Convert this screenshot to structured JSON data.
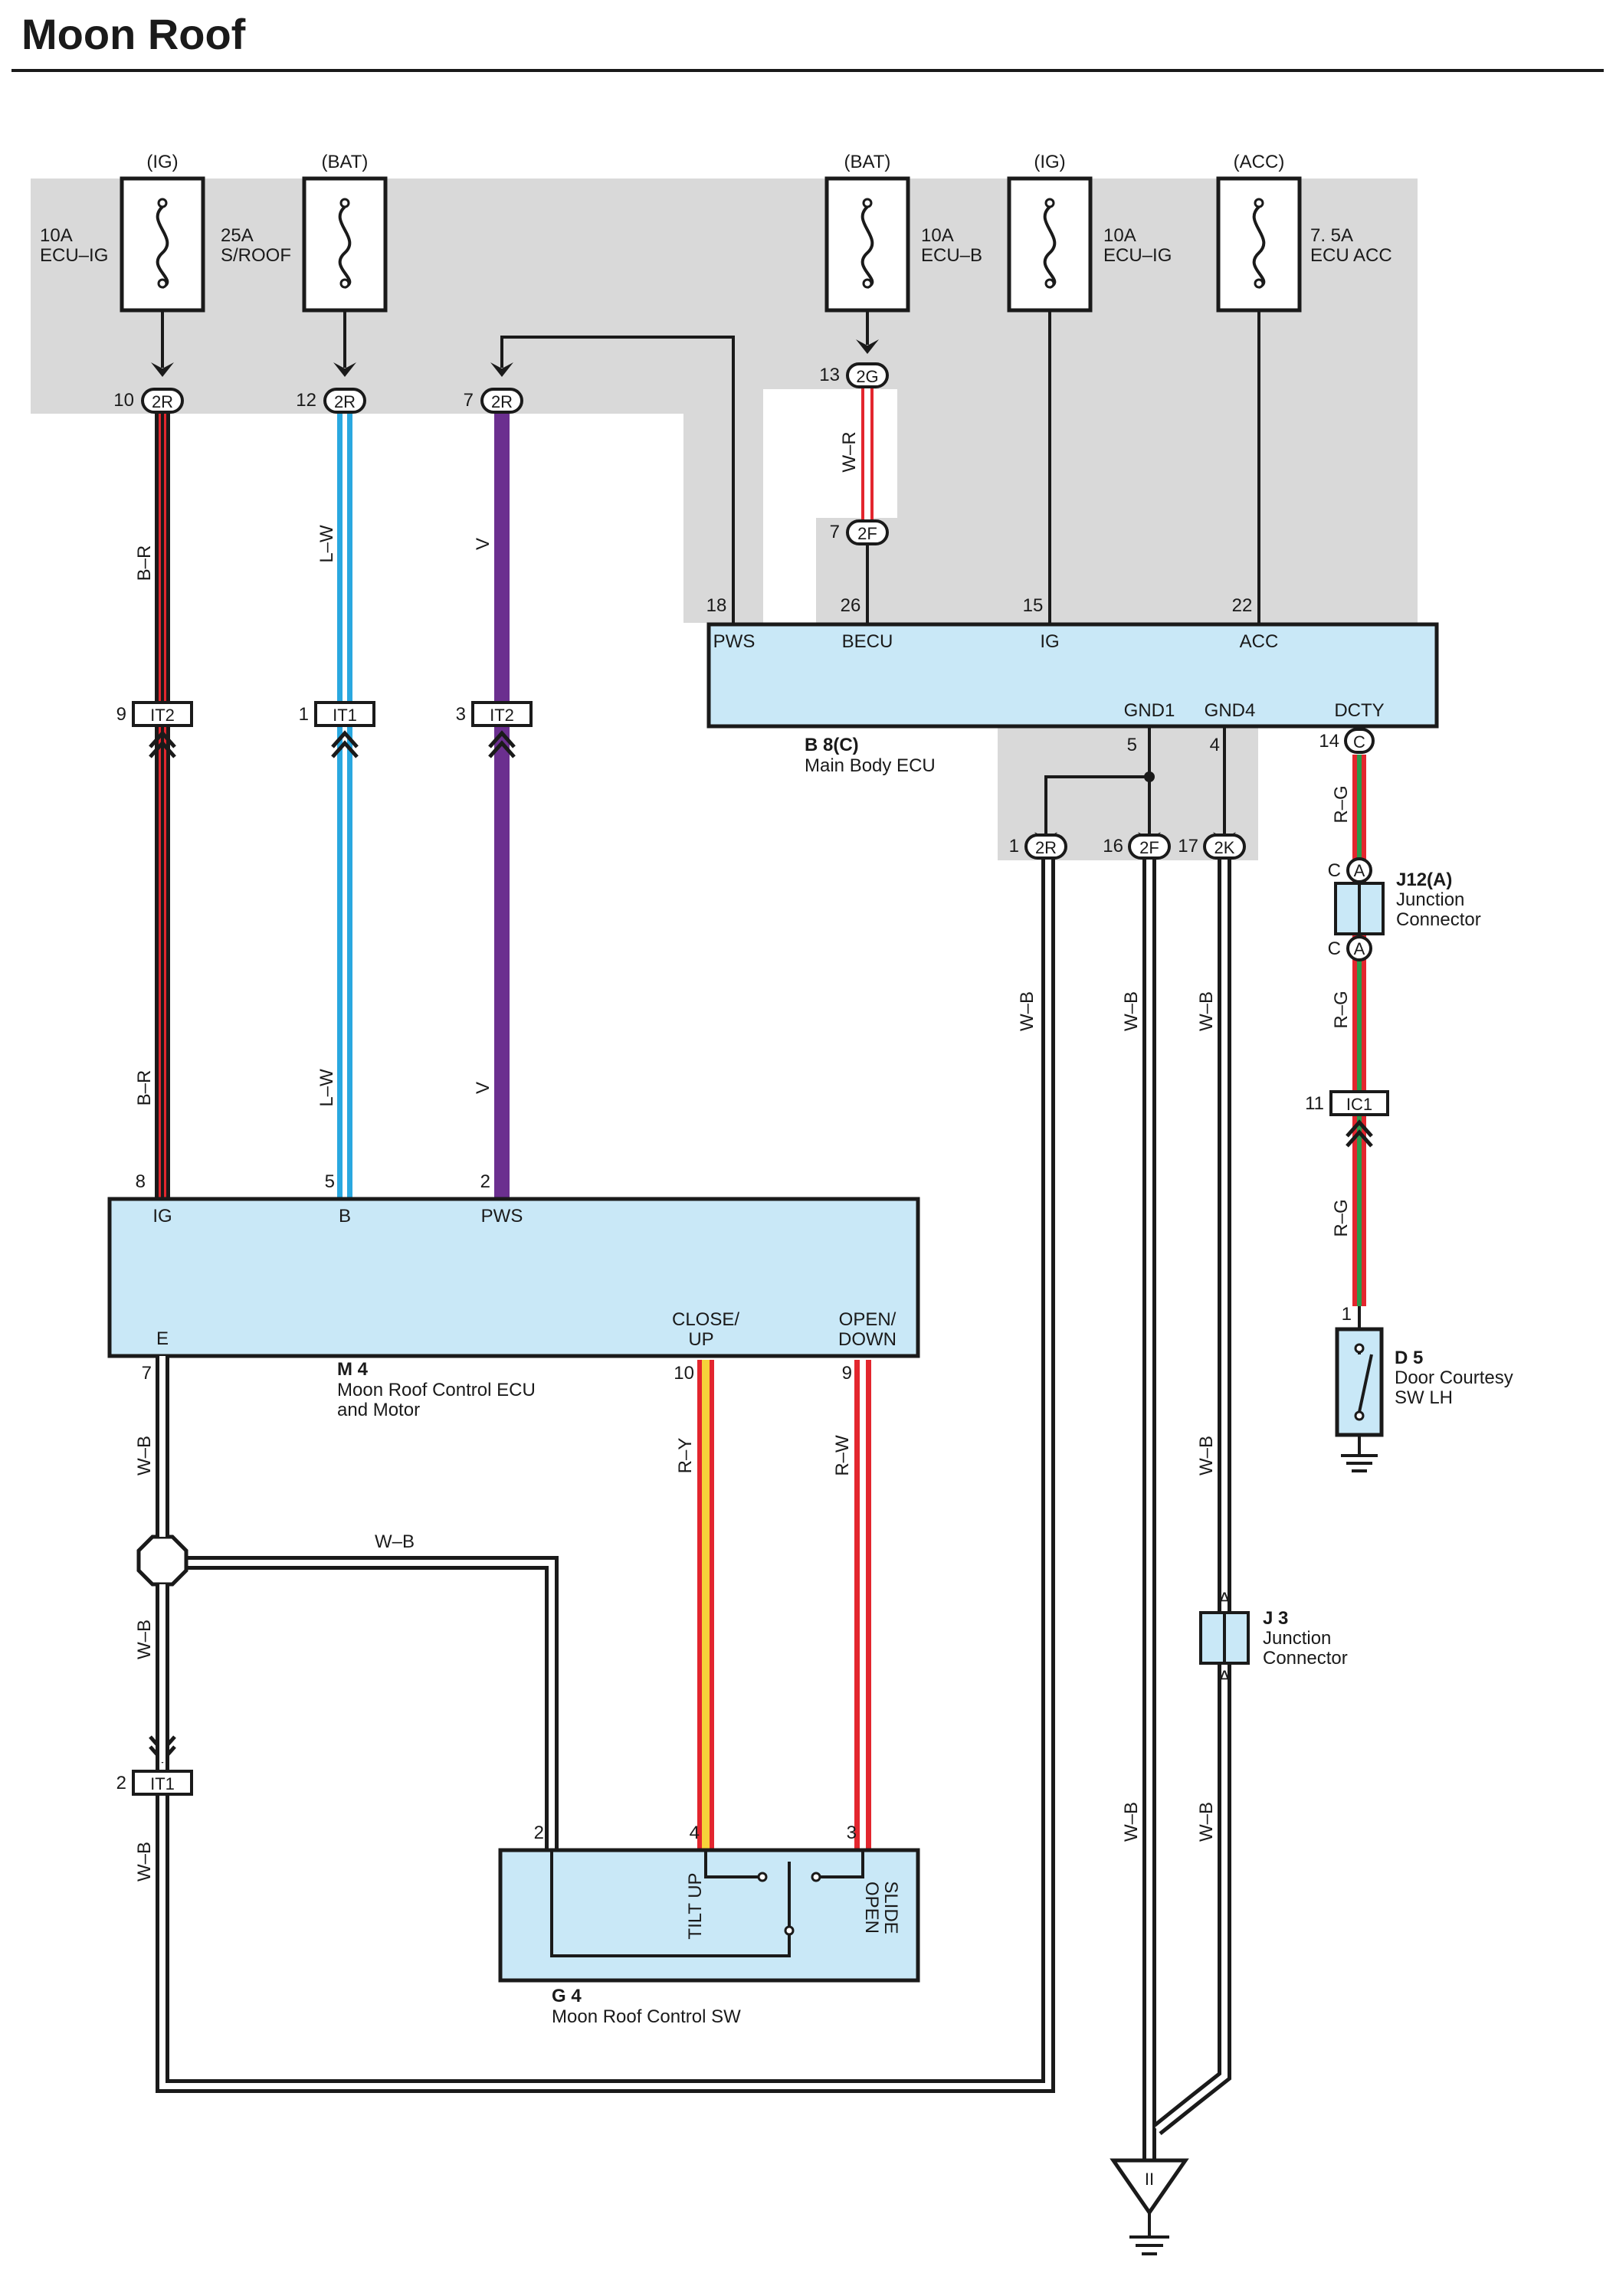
{
  "title": "Moon Roof",
  "colors": {
    "shade": "#d9d9d9",
    "component_fill": "#c9e8f7",
    "black": "#1a1a1a",
    "red": "#e3262e",
    "blue": "#2aa8e0",
    "violet": "#6b2f8f",
    "yellow": "#f6d33a",
    "green": "#2a9a4a"
  },
  "fuses": [
    {
      "source": "(IG)",
      "rating": "10A",
      "name": "ECU–IG"
    },
    {
      "source": "(BAT)",
      "rating": "25A",
      "name": "S/ROOF"
    },
    {
      "source": "(BAT)",
      "rating": "10A",
      "name": "ECU–B"
    },
    {
      "source": "(IG)",
      "rating": "10A",
      "name": "ECU–IG"
    },
    {
      "source": "(ACC)",
      "rating": "7. 5A",
      "name": "ECU ACC"
    }
  ],
  "connectors": [
    {
      "pin": "10",
      "code": "2R"
    },
    {
      "pin": "12",
      "code": "2R"
    },
    {
      "pin": "7",
      "code": "2R"
    },
    {
      "pin": "13",
      "code": "2G"
    },
    {
      "pin": "7",
      "code": "2F"
    },
    {
      "pin": "9",
      "code": "IT2"
    },
    {
      "pin": "1",
      "code": "IT1"
    },
    {
      "pin": "3",
      "code": "IT2"
    },
    {
      "pin": "14",
      "code": "C"
    },
    {
      "pin": "1",
      "code": "2R"
    },
    {
      "pin": "16",
      "code": "2F"
    },
    {
      "pin": "17",
      "code": "2K"
    },
    {
      "pin": "11",
      "code": "IC1"
    },
    {
      "pin": "2",
      "code": "IT1"
    }
  ],
  "wire_labels": {
    "b_r": "B–R",
    "l_w": "L–W",
    "v": "V",
    "w_r": "W–R",
    "w_b": "W–B",
    "r_g": "R–G",
    "r_y": "R–Y",
    "r_w": "R–W"
  },
  "main_body_ecu": {
    "id": "B 8(C)",
    "name": "Main Body ECU",
    "terminals": [
      {
        "pin": "18",
        "label": "PWS"
      },
      {
        "pin": "26",
        "label": "BECU"
      },
      {
        "pin": "15",
        "label": "IG"
      },
      {
        "pin": "22",
        "label": "ACC"
      },
      {
        "pin": "5",
        "label": "GND1"
      },
      {
        "pin": "4",
        "label": "GND4"
      },
      {
        "pin": "",
        "label": "DCTY"
      }
    ]
  },
  "moon_roof_ecu": {
    "id": "M 4",
    "name_line1": "Moon Roof Control ECU",
    "name_line2": "and Motor",
    "terminals": [
      {
        "pin": "8",
        "label": "IG"
      },
      {
        "pin": "5",
        "label": "B"
      },
      {
        "pin": "2",
        "label": "PWS"
      },
      {
        "pin": "7",
        "label": "E"
      },
      {
        "pin": "10",
        "label_line1": "CLOSE/",
        "label_line2": "UP"
      },
      {
        "pin": "9",
        "label_line1": "OPEN/",
        "label_line2": "DOWN"
      }
    ]
  },
  "moon_roof_sw": {
    "id": "G 4",
    "name": "Moon Roof Control SW",
    "pins": [
      "2",
      "4",
      "3"
    ],
    "tilt_label": "TILT UP",
    "slide_label_line1": "SLIDE",
    "slide_label_line2": "OPEN"
  },
  "j12": {
    "id": "J12(A)",
    "name_line1": "Junction",
    "name_line2": "Connector",
    "pin_letter": "C",
    "code": "A"
  },
  "j3": {
    "id": "J 3",
    "name_line1": "Junction",
    "name_line2": "Connector",
    "pin_letter": "A"
  },
  "d5": {
    "id": "D 5",
    "name_line1": "Door Courtesy",
    "name_line2": "SW LH",
    "pin": "1"
  },
  "ground_mark": "II"
}
